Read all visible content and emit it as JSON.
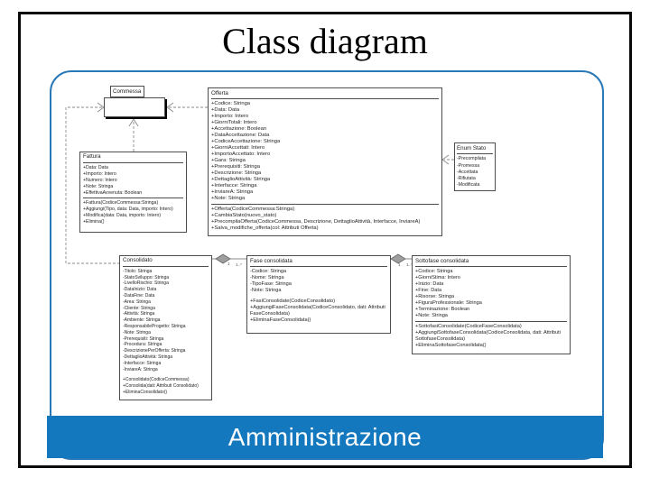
{
  "slide": {
    "title": "Class diagram",
    "footer_label": "Amministrazione",
    "footer_bg": "#1478be",
    "footer_text_color": "#ffffff",
    "frame_border_color": "#2979b8",
    "slide_border_color": "#0a0a0a"
  },
  "classes": {
    "commessa": {
      "name": "Commessa",
      "attributes": [],
      "methods": []
    },
    "fattura": {
      "name": "Fattura",
      "attributes": [
        "+Data: Data",
        "+Importo: Intero",
        "+Numero: Intero",
        "+Note: Stringa",
        "+EffettivaAvvenuta: Boolean"
      ],
      "methods": [
        "+Fattura(CodiceCommessa:Stringa)",
        "+Aggiungi(Tipo, data: Data, importo: Intero)",
        "+Modifica(data: Data, importo: Intero)",
        "+Elimina()"
      ]
    },
    "offerta": {
      "name": "Offerta",
      "attributes": [
        "+Codice: Stringa",
        "+Data: Data",
        "+Importo: Intero",
        "+GiorniTotali: Intero",
        "+Accettazione: Boolean",
        "+DataAccettazione: Data",
        "+CodiceAccettazione: Stringa",
        "+GiorniAccettati: Intero",
        "+ImportoAccettato: Intero",
        "+Gara: Stringa",
        "+Prerequisiti: Stringa",
        "+Descrizione: Stringa",
        "+DettaglioAttività: Stringa",
        "+Interfacce: Stringa",
        "+InviareA: Stringa",
        "+Note: Stringa"
      ],
      "methods": [
        "+Offerta(CodiceCommessa:Stringa)",
        "+CambiaStato(nuovo_stato)",
        "+PrecompilaOfferta(CodiceCommessa, Descrizione, DettaglioAttività, Interfacce, InviareA)",
        "+Salva_modifiche_offerta(col: Attributi Offerta)"
      ]
    },
    "stato": {
      "name": "Enum Stato",
      "values": [
        "-Precompilata",
        "-Promessa",
        "-Accettata",
        "-Rifiutata",
        "-Modificata"
      ]
    },
    "consolidato": {
      "name": "Consolidato",
      "attributes": [
        "-Titolo: Stringa",
        "-StatoSviluppo: Stringa",
        "-LivelloRischio: Stringa",
        "-DataInizio: Data",
        "-DataFine: Data",
        "-Area: Stringa",
        "-Cliente: Stringa",
        "-Attività: Stringa",
        "-Ambiente: Stringa",
        "-ResponsabileProgetto: Stringa",
        "-Note: Stringa",
        "-Prerequisiti: Stringa",
        "-Procedura: Stringa",
        "-DescrizionePerOfferta: Stringa",
        "-DettaglioAttività: Stringa",
        "-Interfacce: Stringa",
        "-InviareA: Stringa"
      ],
      "methods": [
        "+Consolidato(CodiceCommessa)",
        "+Consolida(dati: Attributi Consolidato)",
        "+EliminaConsolidato()"
      ]
    },
    "fase": {
      "name": "Fase consolidata",
      "attributes": [
        "-Codice: Stringa",
        "-Nome: Stringa",
        "-TipoFase: Stringa",
        "-Note: Stringa"
      ],
      "methods": [
        "+FasiConsolidate(CodiceConsolidato)",
        "+AggiungiFaseConsolidata(CodiceConsolidato, dati: Attributi FaseConsolidata)",
        "+EliminaFaseConsolidata()"
      ]
    },
    "sottofase": {
      "name": "Sottofase consolidata",
      "attributes": [
        "+Codice: Stringa",
        "+GiorniStima: Intero",
        "+Inizio: Data",
        "+Fine: Data",
        "+Risorse: Stringa",
        "+FiguraProfessionale: Stringa",
        "+Terminazione: Boolean",
        "+Note: Stringa"
      ],
      "methods": [
        "+SottofasiConsolidate(CodiceFaseConsolidata)",
        "+AggiungiSottofaseConsolidata(CodiceConsolidata, dati: Attributi SottofaseConsolidata)",
        "+EliminaSottofaseConsolidata()"
      ]
    }
  },
  "relations": [
    {
      "type": "dependency",
      "from": "Offerta",
      "to": "Commessa"
    },
    {
      "type": "dependency",
      "from": "Fattura",
      "to": "Commessa"
    },
    {
      "type": "dependency",
      "from": "Consolidato",
      "to": "Commessa"
    },
    {
      "type": "dependency",
      "from": "Enum Stato",
      "to": "Offerta"
    },
    {
      "type": "aggregation",
      "whole": "Consolidato",
      "part": "Fase consolidata",
      "whole_mult": "1",
      "part_mult": "1..*"
    },
    {
      "type": "aggregation",
      "whole": "Fase consolidata",
      "part": "Sottofase consolidata",
      "whole_mult": "1",
      "part_mult": "1..*"
    }
  ]
}
